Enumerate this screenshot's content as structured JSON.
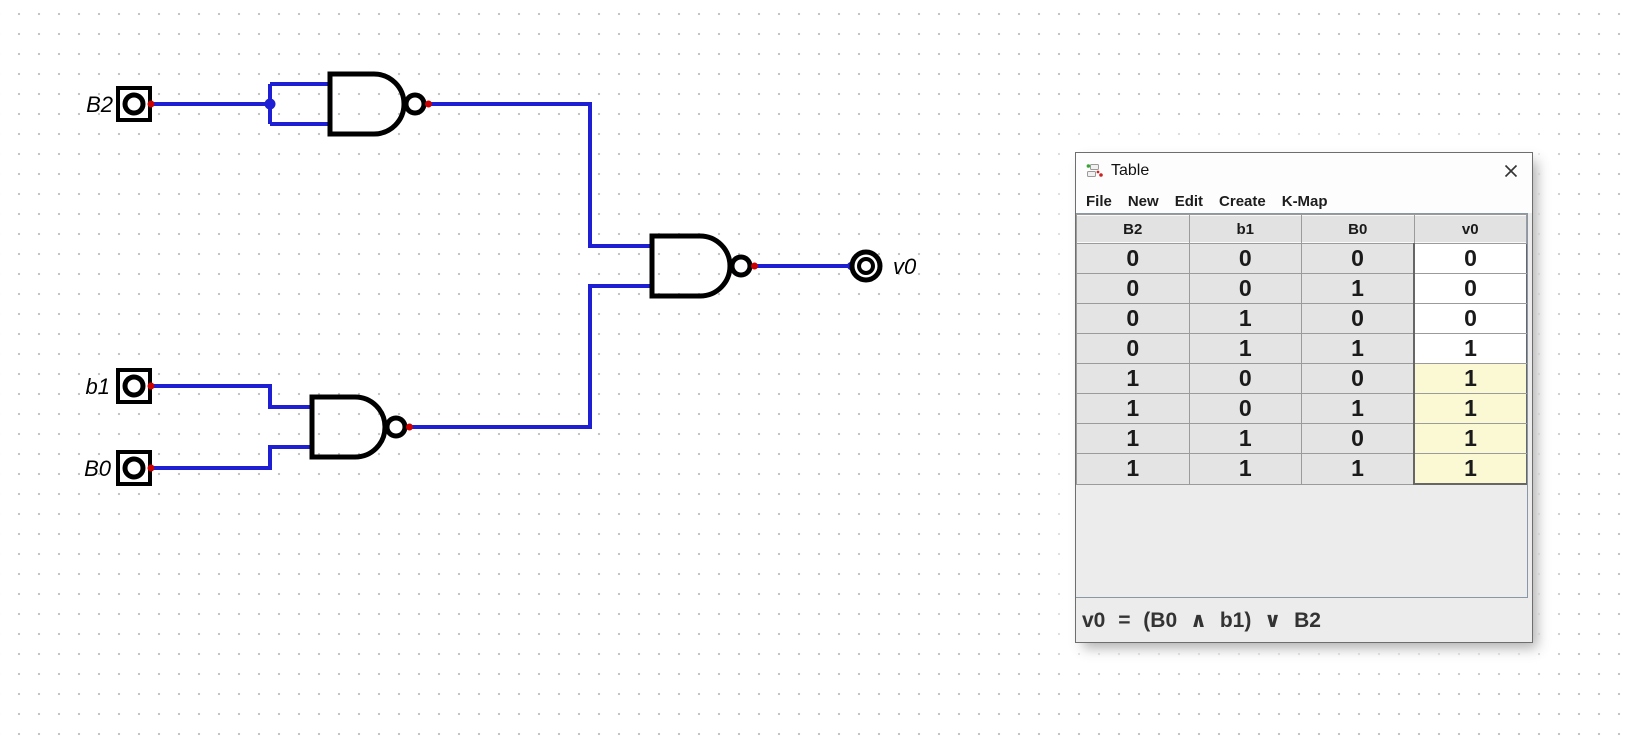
{
  "canvas": {
    "inputs": [
      {
        "label": "B2"
      },
      {
        "label": "b1"
      },
      {
        "label": "B0"
      }
    ],
    "output": {
      "label": "v0"
    },
    "gates": [
      {
        "type": "NAND"
      },
      {
        "type": "NAND"
      },
      {
        "type": "NAND"
      }
    ]
  },
  "window": {
    "title": "Table",
    "icons": {
      "app": "digital-logo-icon",
      "close": "x-close-icon"
    },
    "menu": [
      "File",
      "New",
      "Edit",
      "Create",
      "K-Map"
    ],
    "table": {
      "columns": [
        "B2",
        "b1",
        "B0",
        "v0"
      ],
      "rows": [
        [
          "0",
          "0",
          "0",
          "0"
        ],
        [
          "0",
          "0",
          "1",
          "0"
        ],
        [
          "0",
          "1",
          "0",
          "0"
        ],
        [
          "0",
          "1",
          "1",
          "1"
        ],
        [
          "1",
          "0",
          "0",
          "1"
        ],
        [
          "1",
          "0",
          "1",
          "1"
        ],
        [
          "1",
          "1",
          "0",
          "1"
        ],
        [
          "1",
          "1",
          "1",
          "1"
        ]
      ],
      "v0_cell_colors": [
        "#ffffff",
        "#ffffff",
        "#ffffff",
        "#ffffff",
        "#fbf8d4",
        "#fbf8d4",
        "#fbf8d4",
        "#fbf8d4"
      ]
    },
    "formula": "v0 = (B0 ∧ b1) ∨ B2"
  },
  "colors": {
    "wire": "#1e1ed2",
    "connector": "#cc0000",
    "pane_border": "#8a97a5",
    "cell_gray": "#e4e4e4",
    "header_gray": "#e2e2e2",
    "win_bg": "#ececec",
    "bar_bg": "#fdfdfd"
  }
}
